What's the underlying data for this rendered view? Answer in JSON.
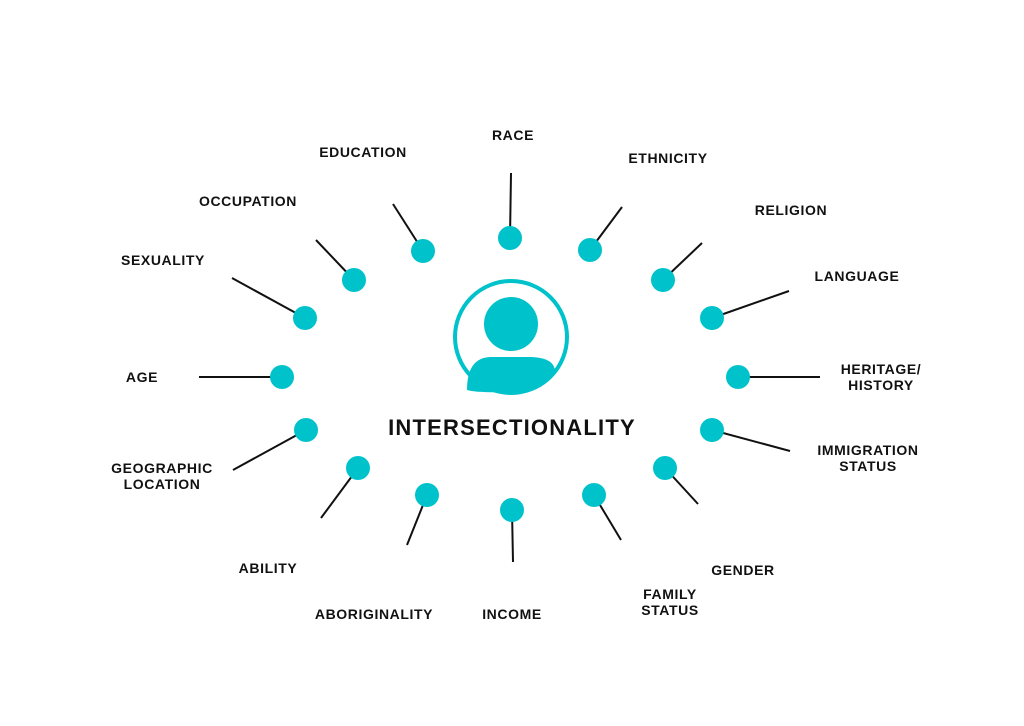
{
  "diagram": {
    "title": "INTERSECTIONALITY",
    "accent_color": "#00C2CB",
    "line_color": "#111111",
    "center_icon": "person-silhouette-icon",
    "factors": [
      {
        "id": "race",
        "lines": [
          "RACE"
        ]
      },
      {
        "id": "ethnicity",
        "lines": [
          "ETHNICITY"
        ]
      },
      {
        "id": "religion",
        "lines": [
          "RELIGION"
        ]
      },
      {
        "id": "language",
        "lines": [
          "LANGUAGE"
        ]
      },
      {
        "id": "heritage-history",
        "lines": [
          "HERITAGE/",
          "HISTORY"
        ]
      },
      {
        "id": "immigration-status",
        "lines": [
          "IMMIGRATION",
          "STATUS"
        ]
      },
      {
        "id": "gender",
        "lines": [
          "GENDER"
        ]
      },
      {
        "id": "family-status",
        "lines": [
          "FAMILY",
          "STATUS"
        ]
      },
      {
        "id": "income",
        "lines": [
          "INCOME"
        ]
      },
      {
        "id": "aboriginality",
        "lines": [
          "ABORIGINALITY"
        ]
      },
      {
        "id": "ability",
        "lines": [
          "ABILITY"
        ]
      },
      {
        "id": "geographic-location",
        "lines": [
          "GEOGRAPHIC",
          "LOCATION"
        ]
      },
      {
        "id": "age",
        "lines": [
          "AGE"
        ]
      },
      {
        "id": "sexuality",
        "lines": [
          "SEXUALITY"
        ]
      },
      {
        "id": "occupation",
        "lines": [
          "OCCUPATION"
        ]
      },
      {
        "id": "education",
        "lines": [
          "EDUCATION"
        ]
      }
    ]
  }
}
